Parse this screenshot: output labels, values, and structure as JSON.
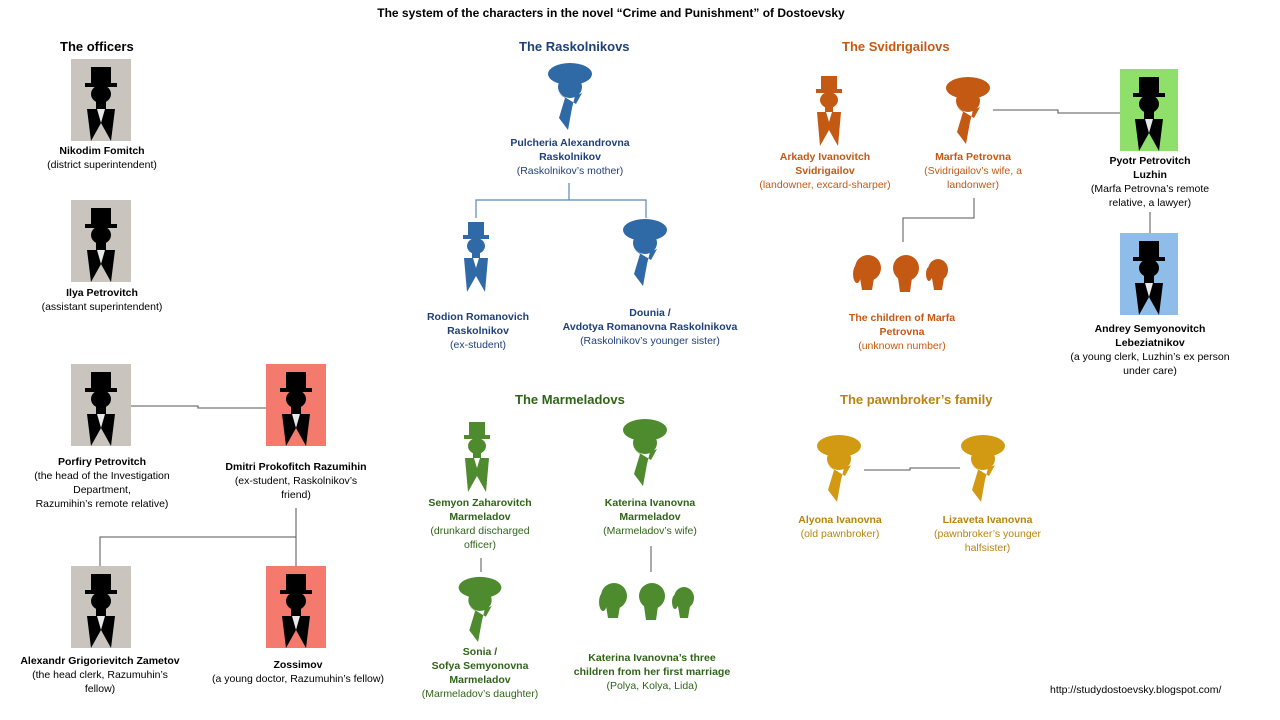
{
  "title": "The system of the characters in the novel “Crime and Punishment” of Dostoevsky",
  "colors": {
    "raskolnikovs": "#2f6aa6",
    "svidrigailovs": "#c45914",
    "marmeladovs": "#4e8a2e",
    "pawnbroker": "#d19a12",
    "officer_card": "#c9c4bd",
    "razumihin_card": "#f47a6e",
    "luzhin_card": "#8ee06a",
    "lebeziatnikov_card": "#8dbde8"
  },
  "groups": {
    "officers": "The officers",
    "raskolnikovs": "The Raskolnikovs",
    "svidrigailovs": "The Svidrigailovs",
    "marmeladovs": "The Marmeladovs",
    "pawnbroker": "The pawnbroker’s family"
  },
  "characters": {
    "nikodim": {
      "lines": [
        "Nikodim Fomitch"
      ],
      "desc": [
        "(district superintendent)"
      ],
      "icon": "man-top-hat-icon"
    },
    "ilya": {
      "lines": [
        "Ilya Petrovitch"
      ],
      "desc": [
        "(assistant superintendent)"
      ],
      "icon": "man-top-hat-icon"
    },
    "porfiry": {
      "lines": [
        "Porfiry Petrovitch"
      ],
      "desc": [
        "(the head of the Investigation",
        "Department,",
        "Razumihin’s remote relative)"
      ],
      "icon": "man-top-hat-icon"
    },
    "razumihin": {
      "lines": [
        "Dmitri Prokofitch  Razumihin"
      ],
      "desc": [
        "(ex-student, Raskolnikov’s",
        "friend)"
      ],
      "icon": "man-top-hat-icon"
    },
    "zametov": {
      "lines": [
        "Alexandr Grigorievitch Zametov"
      ],
      "desc": [
        "(the head clerk, Razumuhin’s",
        "fellow)"
      ],
      "icon": "man-top-hat-icon"
    },
    "zossimov": {
      "lines": [
        "Zossimov"
      ],
      "desc": [
        "(a young doctor, Razumuhin’s fellow)"
      ],
      "icon": "man-top-hat-icon"
    },
    "pulcheria": {
      "lines": [
        "Pulcheria Alexandrovna",
        "Raskolnikov"
      ],
      "desc": [
        "(Raskolnikov’s mother)"
      ],
      "icon": "woman-hat-icon"
    },
    "rodion": {
      "lines": [
        "Rodion Romanovich",
        "Raskolnikov"
      ],
      "desc": [
        "(ex-student)"
      ],
      "icon": "man-top-hat-icon"
    },
    "dounia": {
      "lines": [
        "Dounia  /",
        "Avdotya Romanovna Raskolnikova"
      ],
      "desc": [
        "(Raskolnikov’s younger sister)"
      ],
      "icon": "woman-hat-icon"
    },
    "arkady": {
      "lines": [
        "Arkady Ivanovitch",
        "Svidrigailov"
      ],
      "desc": [
        "(landowner, excard-sharper)"
      ],
      "icon": "man-top-hat-icon"
    },
    "marfa": {
      "lines": [
        "Marfa Petrovna"
      ],
      "desc": [
        "(Svidrigailov’s wife, a",
        "landonwer)"
      ],
      "icon": "woman-hat-icon"
    },
    "luzhin": {
      "lines": [
        "Pyotr Petrovitch",
        "Luzhin"
      ],
      "desc": [
        "(Marfa Petrovna’s remote",
        "relative, a lawyer)"
      ],
      "icon": "man-top-hat-icon"
    },
    "lebeziatnikov": {
      "lines": [
        "Andrey Semyonovitch",
        "Lebeziatnikov"
      ],
      "desc": [
        "(a young clerk,  Luzhin’s ex person",
        "under care)"
      ],
      "icon": "man-top-hat-icon"
    },
    "marfa_children": {
      "lines": [
        "The children  of Marfa",
        "Petrovna"
      ],
      "desc": [
        "(unknown number)"
      ],
      "icon": "children-icon"
    },
    "semyon": {
      "lines": [
        "Semyon Zaharovitch",
        "Marmeladov"
      ],
      "desc": [
        "(drunkard discharged",
        "officer)"
      ],
      "icon": "man-top-hat-icon"
    },
    "katerina": {
      "lines": [
        "Katerina Ivanovna",
        "Marmeladov"
      ],
      "desc": [
        "(Marmeladov’s wife)"
      ],
      "icon": "woman-hat-icon"
    },
    "sonia": {
      "lines": [
        "Sonia /",
        "Sofya Semyonovna",
        "Marmeladov"
      ],
      "desc": [
        "(Marmeladov’s daughter)"
      ],
      "icon": "woman-hat-icon"
    },
    "katerina_children": {
      "lines": [
        "Katerina Ivanovna’s three",
        "children from her first marriage"
      ],
      "desc": [
        "(Polya,  Kolya, Lida)"
      ],
      "icon": "children-icon"
    },
    "alyona": {
      "lines": [
        "Alyona Ivanovna"
      ],
      "desc": [
        "(old pawnbroker)"
      ],
      "icon": "woman-hat-icon"
    },
    "lizaveta": {
      "lines": [
        "Lizaveta Ivanovna"
      ],
      "desc": [
        "(pawnbroker’s younger",
        "halfsister)"
      ],
      "icon": "woman-hat-icon"
    }
  },
  "url": "http://studydostoevsky.blogspot.com/"
}
